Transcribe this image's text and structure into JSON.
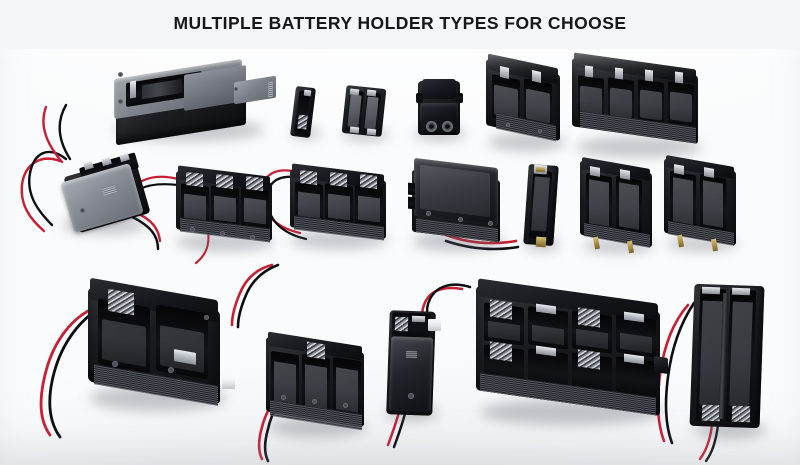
{
  "header": {
    "title": "MULTIPLE BATTERY HOLDER TYPES FOR CHOOSE",
    "background_color": "#f5f6fa",
    "text_color": "#17171a"
  },
  "image": {
    "kind": "product-photo",
    "subject": "assorted plastic battery holders / battery boxes",
    "background_color": "#fbfcfd",
    "surface": "white studio tabletop with soft gray shadows",
    "dominant_colors": [
      "#0e0f12",
      "#2a2c31",
      "#7d8189",
      "#c81f32",
      "#fbfcfd"
    ],
    "wire_colors": {
      "positive": "#c81f32",
      "negative": "#0d0d10"
    },
    "rows": 3,
    "item_count": 18
  },
  "items": [
    {
      "id": "r1-c1",
      "name": "9v-slide-cover-battery-box",
      "row": 1,
      "cells": 1,
      "cover": "sliding",
      "wires": false
    },
    {
      "id": "r1-c2",
      "name": "single-aa-holder",
      "row": 1,
      "cells": 1,
      "cover": "open",
      "wires": false
    },
    {
      "id": "r1-c3",
      "name": "dual-aa-holder",
      "row": 1,
      "cells": 2,
      "cover": "open",
      "wires": false
    },
    {
      "id": "r1-c4",
      "name": "9v-snap-connector-holder",
      "row": 1,
      "cells": 1,
      "cover": "open",
      "wires": false
    },
    {
      "id": "r1-c5",
      "name": "2x18650-holder",
      "row": 1,
      "cells": 2,
      "cover": "open",
      "wires": false
    },
    {
      "id": "r1-c6",
      "name": "4x18650-holder",
      "row": 1,
      "cells": 4,
      "cover": "open",
      "wires": false
    },
    {
      "id": "r2-c1",
      "name": "3xaa-covered-box-with-leads",
      "row": 2,
      "cells": 3,
      "cover": "closed",
      "wires": true
    },
    {
      "id": "r2-c2",
      "name": "3xaa-open-holder-with-leads",
      "row": 2,
      "cells": 3,
      "cover": "open",
      "wires": true
    },
    {
      "id": "r2-c3",
      "name": "3xaa-open-holder-with-leads-b",
      "row": 2,
      "cells": 3,
      "cover": "open",
      "wires": true
    },
    {
      "id": "r2-c4",
      "name": "4xaa-square-box-with-lid",
      "row": 2,
      "cells": 4,
      "cover": "closed",
      "wires": true
    },
    {
      "id": "r2-c5",
      "name": "1x18650-holder-with-leads",
      "row": 2,
      "cells": 1,
      "cover": "open",
      "wires": true
    },
    {
      "id": "r2-c6",
      "name": "2x18650-pcb-holder",
      "row": 2,
      "cells": 2,
      "cover": "open",
      "wires": false
    },
    {
      "id": "r2-c7",
      "name": "2x18650-pcb-holder-b",
      "row": 2,
      "cells": 2,
      "cover": "open",
      "wires": false
    },
    {
      "id": "r3-c1",
      "name": "2xd-cell-large-box-with-leads",
      "row": 3,
      "cells": 2,
      "cover": "open",
      "wires": true
    },
    {
      "id": "r3-c2",
      "name": "3xaa-holder-with-jst-connector",
      "row": 3,
      "cells": 3,
      "cover": "open",
      "wires": true
    },
    {
      "id": "r3-c3",
      "name": "2xaa-covered-box-with-leads",
      "row": 3,
      "cells": 2,
      "cover": "closed",
      "wires": true
    },
    {
      "id": "r3-c4",
      "name": "8xaa-holder-with-jst-connector",
      "row": 3,
      "cells": 8,
      "cover": "open",
      "wires": true
    },
    {
      "id": "r3-c5",
      "name": "4xaa-inline-tall-holder",
      "row": 3,
      "cells": 4,
      "cover": "open",
      "wires": true
    }
  ]
}
